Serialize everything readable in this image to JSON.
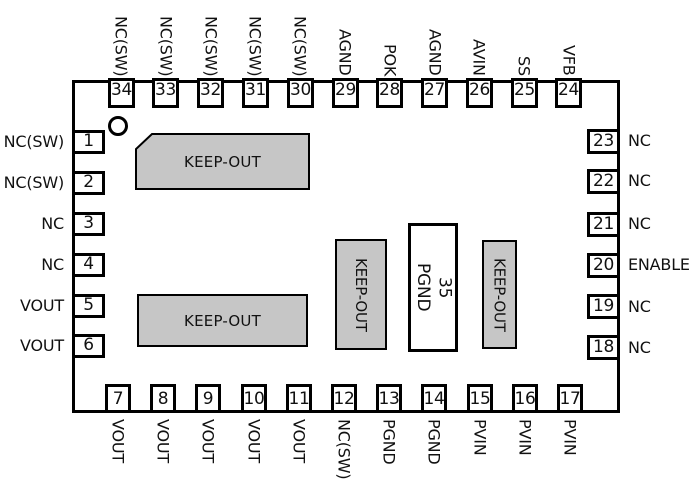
{
  "diagram": {
    "kind": "IC package pinout, top view",
    "keepout_label": "KEEP-OUT"
  },
  "colors": {
    "line": "#000000",
    "background": "#ffffff",
    "keepout_fill": "#c6c6c6",
    "pad_fill": "#ffffff"
  },
  "pins": {
    "top": [
      {
        "num": "34",
        "label": "NC(SW)"
      },
      {
        "num": "33",
        "label": "NC(SW)"
      },
      {
        "num": "32",
        "label": "NC(SW)"
      },
      {
        "num": "31",
        "label": "NC(SW)"
      },
      {
        "num": "30",
        "label": "NC(SW)"
      },
      {
        "num": "29",
        "label": "AGND"
      },
      {
        "num": "28",
        "label": "POK"
      },
      {
        "num": "27",
        "label": "AGND"
      },
      {
        "num": "26",
        "label": "AVIN"
      },
      {
        "num": "25",
        "label": "SS"
      },
      {
        "num": "24",
        "label": "VFB"
      }
    ],
    "left": [
      {
        "num": "1",
        "label": "NC(SW)"
      },
      {
        "num": "2",
        "label": "NC(SW)"
      },
      {
        "num": "3",
        "label": "NC"
      },
      {
        "num": "4",
        "label": "NC"
      },
      {
        "num": "5",
        "label": "VOUT"
      },
      {
        "num": "6",
        "label": "VOUT"
      }
    ],
    "right": [
      {
        "num": "23",
        "label": "NC"
      },
      {
        "num": "22",
        "label": "NC"
      },
      {
        "num": "21",
        "label": "NC"
      },
      {
        "num": "20",
        "label": "ENABLE"
      },
      {
        "num": "19",
        "label": "NC"
      },
      {
        "num": "18",
        "label": "NC"
      }
    ],
    "bottom": [
      {
        "num": "7",
        "label": "VOUT"
      },
      {
        "num": "8",
        "label": "VOUT"
      },
      {
        "num": "9",
        "label": "VOUT"
      },
      {
        "num": "10",
        "label": "VOUT"
      },
      {
        "num": "11",
        "label": "VOUT"
      },
      {
        "num": "12",
        "label": "NC(SW)"
      },
      {
        "num": "13",
        "label": "PGND"
      },
      {
        "num": "14",
        "label": "PGND"
      },
      {
        "num": "15",
        "label": "PVIN"
      },
      {
        "num": "16",
        "label": "PVIN"
      },
      {
        "num": "17",
        "label": "PVIN"
      }
    ]
  },
  "center_pad": {
    "num": "35",
    "label": "PGND"
  },
  "keepout": {
    "label": "KEEP-OUT"
  }
}
